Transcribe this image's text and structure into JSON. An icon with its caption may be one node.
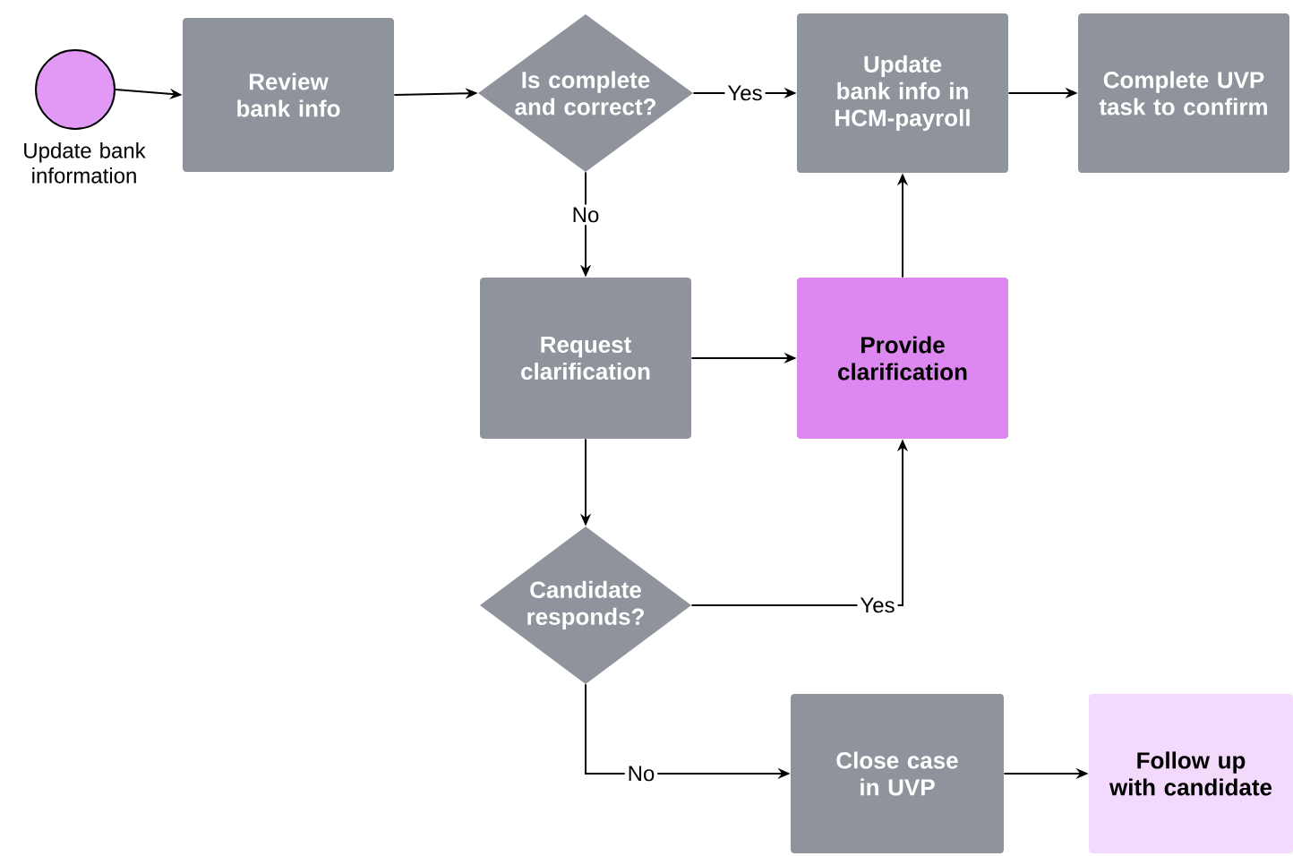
{
  "diagram": {
    "nodes": [
      {
        "text": [],
        "shape": "circle",
        "beside": [
          "Update bank information"
        ]
      },
      {
        "text": [
          "Review bank info"
        ]
      },
      {
        "text": [
          "Is complete and correct?"
        ]
      },
      {
        "text": [
          "Update bank info in HCM-payroll"
        ]
      },
      {
        "text": [
          "Complete UVP task to confirm"
        ]
      },
      {
        "text": [
          "Request clarification"
        ]
      },
      {
        "text": [
          "Provide clarification"
        ]
      },
      {
        "text": [
          "Candidate responds?"
        ]
      },
      {
        "text": [
          "Close case in UVP"
        ]
      },
      {
        "text": [
          "Follow up with candidate"
        ]
      }
    ],
    "edges": [
      {
        "from": 0,
        "to": 1,
        "arrow": "to"
      },
      {
        "from": 1,
        "to": 2,
        "arrow": "to"
      },
      {
        "from": 2,
        "to": 3,
        "arrow": "to",
        "label": "Yes"
      },
      {
        "from": 3,
        "to": 4,
        "arrow": "to"
      },
      {
        "from": 2,
        "to": 5,
        "arrow": "to",
        "label": "No"
      },
      {
        "from": 5,
        "to": 6,
        "arrow": "to"
      },
      {
        "from": 6,
        "to": 3,
        "arrow": "to"
      },
      {
        "from": 7,
        "to": 6,
        "arrow": "to",
        "label": "Yes"
      },
      {
        "from": 5,
        "to": 7,
        "arrow": "to"
      },
      {
        "from": 7,
        "to": 8,
        "arrow": "to",
        "label": "No"
      },
      {
        "from": 8,
        "to": 9,
        "arrow": "to"
      }
    ]
  }
}
